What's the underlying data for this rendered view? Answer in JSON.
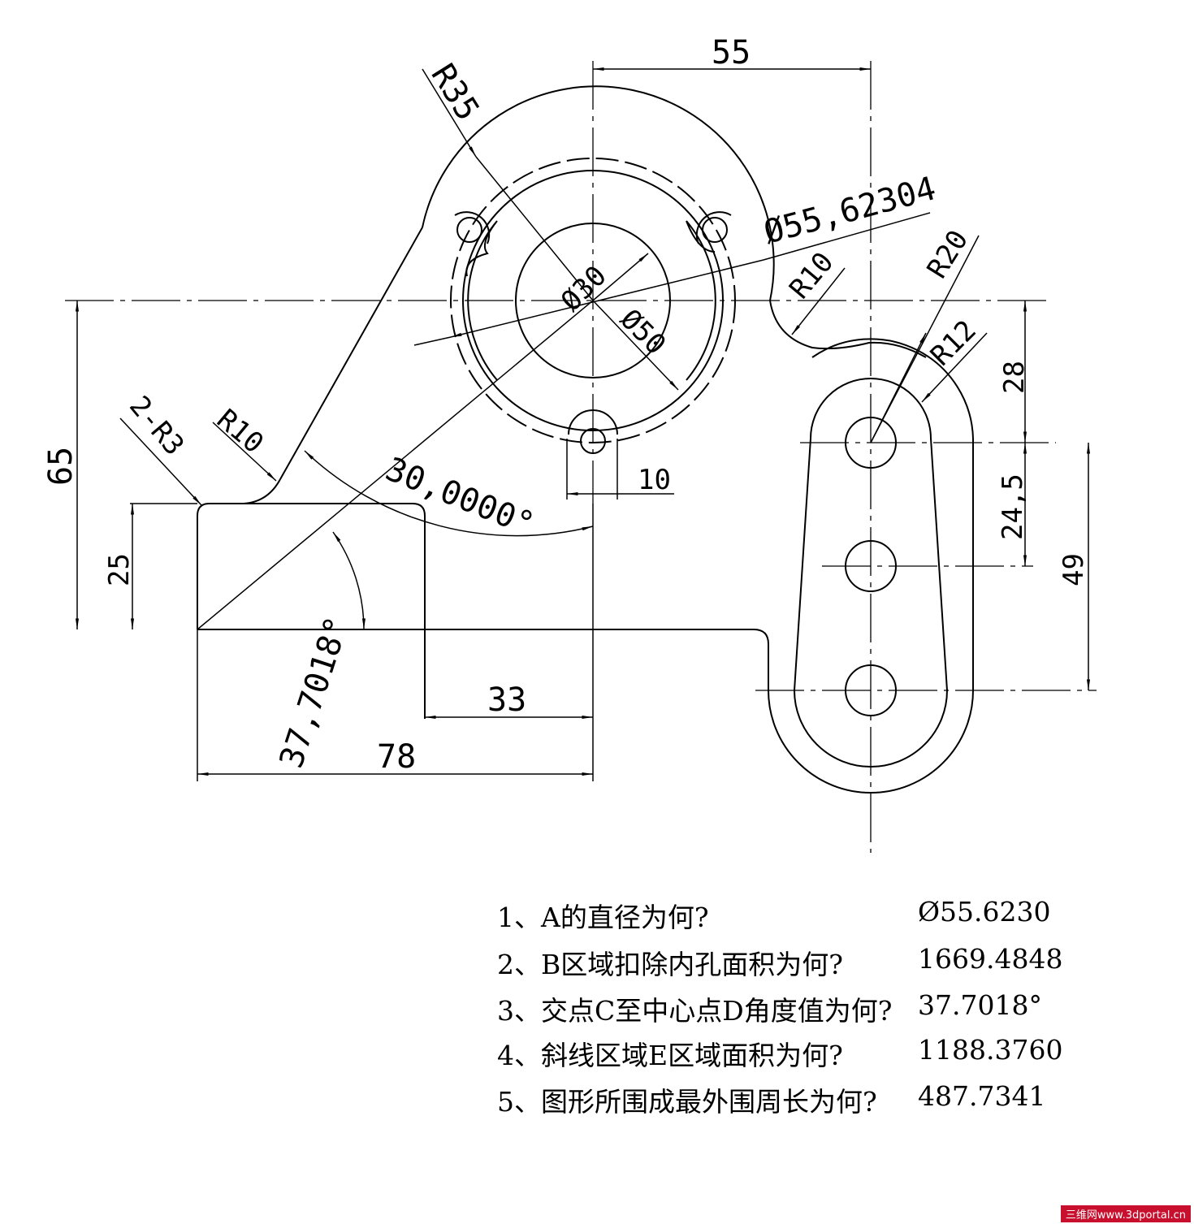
{
  "drawing": {
    "dims": {
      "d55": "55",
      "r35": "R35",
      "phi55": "Ø55,62304",
      "phi30": "Ø30",
      "phi50": "Ø50",
      "r10_top": "R10",
      "r20": "R20",
      "r12": "R12",
      "d28": "28",
      "d65": "65",
      "two_r3": "2-R3",
      "r10_left": "R10",
      "angle30": "30,0000°",
      "d10": "10",
      "d25": "25",
      "d245": "24,5",
      "d49": "49",
      "angle37": "37,7018°",
      "d33": "33",
      "d78": "78"
    }
  },
  "questions": [
    {
      "q": "1、A的直径为何?",
      "a": "Ø55.6230"
    },
    {
      "q": "2、B区域扣除内孔面积为何?",
      "a": "1669.4848"
    },
    {
      "q": "3、交点C至中心点D角度值为何?",
      "a": "37.7018°"
    },
    {
      "q": "4、斜线区域E区域面积为何?",
      "a": "1188.3760"
    },
    {
      "q": "5、图形所围成最外围周长为何?",
      "a": "487.7341"
    }
  ],
  "watermark": "三维网www.3dportal.cn"
}
